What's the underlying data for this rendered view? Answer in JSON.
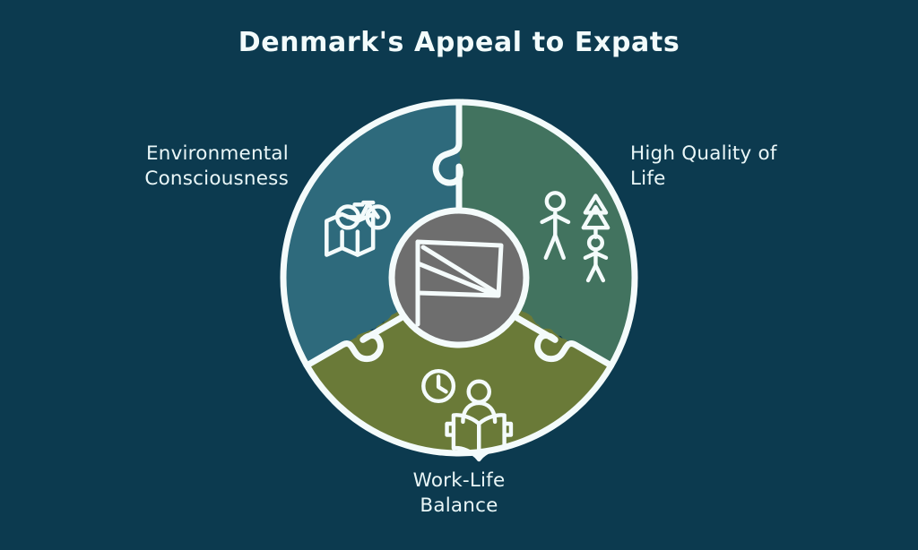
{
  "page": {
    "title": "Denmark's Appeal to Expats",
    "background_color": "#0c3a4f",
    "text_color": "#eaf7f8"
  },
  "diagram": {
    "type": "three-piece-puzzle-circle",
    "center": {
      "icon": "flag-icon",
      "icon_label": "Flag",
      "fill_color": "#6e6e6e",
      "stroke_color": "#ffffff"
    },
    "segments": [
      {
        "id": "environmental-consciousness",
        "label": "Environmental\nConsciousness",
        "label_line1": "Environmental",
        "label_line2": "Consciousness",
        "label_position": "left",
        "color": "#2d6b7c",
        "icon": "bicycle-map-icon",
        "icon_label": "Bicycle over map"
      },
      {
        "id": "high-quality-of-life",
        "label": "High Quality of\nLife",
        "label_line1": "High Quality of",
        "label_line2": "Life",
        "label_position": "right",
        "color": "#43735f",
        "icon": "family-tree-icon",
        "icon_label": "Adult and child walking with pine tree"
      },
      {
        "id": "work-life-balance",
        "label": "Work-Life\nBalance",
        "label_line1": "Work-Life",
        "label_line2": "Balance",
        "label_position": "bottom",
        "color": "#6b7a38",
        "icon": "clock-reader-icon",
        "icon_label": "Clock with person reading a book"
      }
    ],
    "outline_color": "#ffffff"
  }
}
